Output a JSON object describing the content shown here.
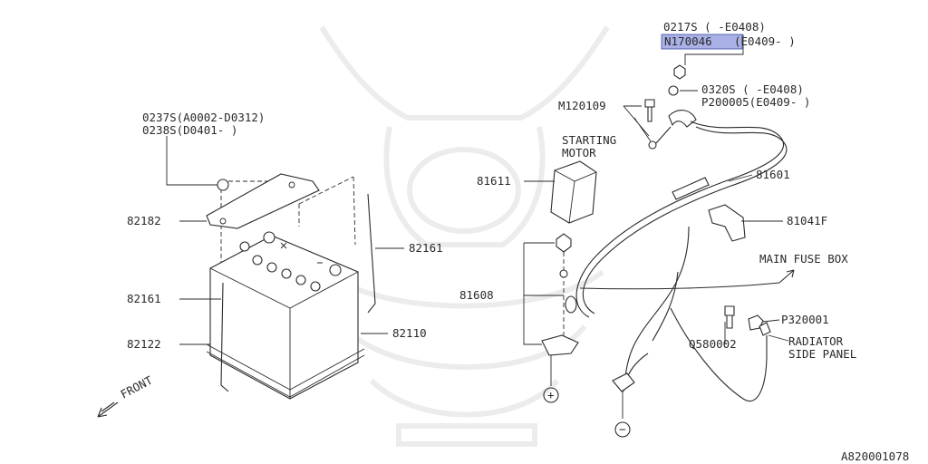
{
  "labels": {
    "p0237_0238": "0237S(A0002-D0312)\n0238S(D0401-    )",
    "p82182": "82182",
    "p82161_right": "82161",
    "p82161_left": "82161",
    "p82122": "82122",
    "p82110": "82110",
    "front": "FRONT",
    "p0217": "0217S  (  -E0408)",
    "pN170046": "N170046",
    "pN170046_suffix": "(E0409-  )",
    "p0320_p200005": "0320S  (  -E0408)\nP200005(E0409-  )",
    "pM120109": "M120109",
    "starting_motor": "STARTING\nMOTOR",
    "p81611": "81611",
    "p81601": "81601",
    "p81041F": "81041F",
    "main_fuse_box": "MAIN FUSE BOX",
    "p81608": "81608",
    "pP320001": "P320001",
    "pQ580002": "Q580002",
    "radiator_side_panel": "RADIATOR\n SIDE PANEL",
    "plus": "+",
    "minus": "−",
    "figure_id": "A820001078"
  },
  "colors": {
    "highlight": "#a9b1e6",
    "highlight_border": "#3a4aa0",
    "ink": "#2a2a2a",
    "watermark": "#ececec"
  }
}
